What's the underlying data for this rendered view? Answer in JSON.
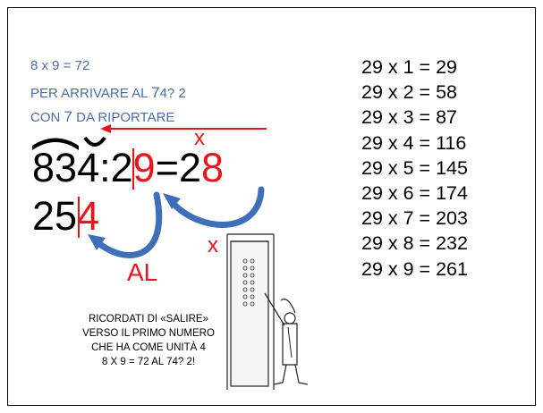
{
  "notes": {
    "line1": "8 x 9 = 72",
    "line2_pre": "PER ARRIVARE AL ",
    "line2_big": "7",
    "line2_post": "4? 2",
    "line3_pre": "CON ",
    "line3_big": "7",
    "line3_post": " DA RIPORTARE"
  },
  "division": {
    "dividend_1": "8",
    "dividend_2": "3",
    "dividend_3": "4",
    "colon": ":",
    "divisor_1": "2",
    "divisor_2": "9",
    "equals": "=",
    "quotient_1": "2",
    "quotient_2": "8"
  },
  "remainder": {
    "digit_1": "2",
    "digit_2": "5",
    "digit_3": "4"
  },
  "marks": {
    "times_top": "x",
    "times_bottom": "x",
    "al_label": "AL"
  },
  "caption": {
    "line1": "RICORDATI DI «SALIRE»",
    "line2": "VERSO IL PRIMO NUMERO",
    "line3": "CHE HA COME UNITÀ 4",
    "line4": "8 X 9 = 72 AL 74? 2!"
  },
  "table": [
    "29 x 1 = 29",
    "29 x 2 = 58",
    "29 x 3 = 87",
    "29 x 4 = 116",
    "29 x 5 = 145",
    "29 x 6 = 174",
    "29 x 7 = 203",
    "29 x 8 = 232",
    "29 x 9 = 261"
  ],
  "colors": {
    "note_blue": "#4a6ea8",
    "accent_red": "#e8141e",
    "arrow_blue": "#3f6fb8"
  },
  "icons": [
    "curved-arrow-icon",
    "elevator-figure-illustration"
  ]
}
